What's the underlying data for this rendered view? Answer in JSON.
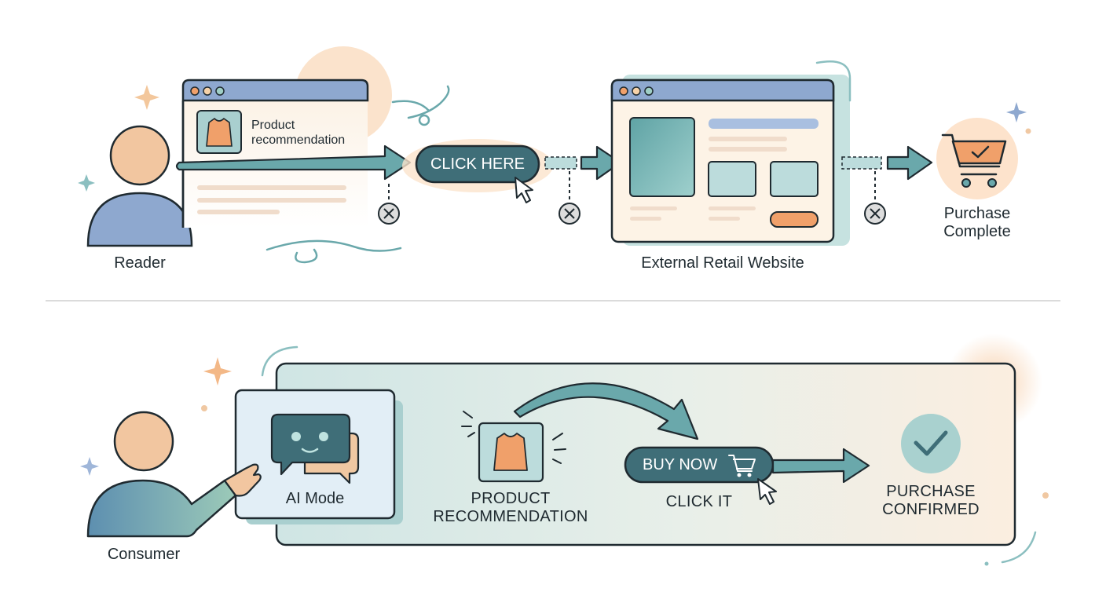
{
  "top_flow": {
    "actor_label": "Reader",
    "card_text_line1": "Product",
    "card_text_line2": "recommendation",
    "click_button_label": "CLICK HERE",
    "external_site_label": "External Retail Website",
    "purchase_line1": "Purchase",
    "purchase_line2": "Complete"
  },
  "bottom_flow": {
    "actor_label": "Consumer",
    "ai_mode_label": "AI Mode",
    "product_line1": "PRODUCT",
    "product_line2": "RECOMMENDATION",
    "buy_button_label": "BUY NOW",
    "click_caption": "CLICK IT",
    "confirmed_line1": "PURCHASE",
    "confirmed_line2": "CONFIRMED"
  },
  "colors": {
    "teal_dark": "#3f6e78",
    "teal": "#6aa8ab",
    "teal_light": "#bcdcdc",
    "peach": "#f0c8a2",
    "orange": "#f0a06a",
    "blue_soft": "#8ea8cf",
    "cream": "#fdf3e6",
    "outline": "#1f2a30"
  }
}
